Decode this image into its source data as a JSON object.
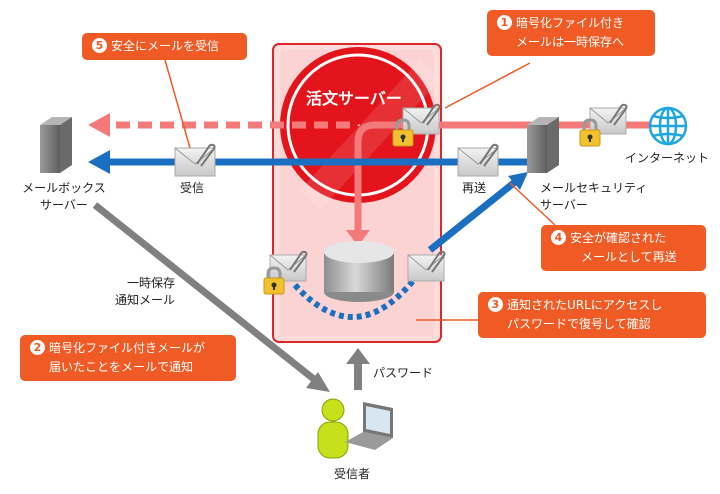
{
  "server_name": "活文サーバー",
  "callouts": [
    {
      "num": "1",
      "line1": "暗号化ファイル付き",
      "line2": "メールは一時保存へ"
    },
    {
      "num": "2",
      "line1": "暗号化ファイル付きメールが",
      "line2": "届いたことをメールで通知"
    },
    {
      "num": "3",
      "line1": "通知されたURLにアクセスし",
      "line2": "パスワードで復号して確認"
    },
    {
      "num": "4",
      "line1": "安全が確認された",
      "line2": "メールとして再送"
    },
    {
      "num": "5",
      "line1": "安全にメールを受信",
      "line2": ""
    }
  ],
  "labels": {
    "mailbox_server_1": "メールボックス",
    "mailbox_server_2": "サーバー",
    "receive": "受信",
    "resend": "再送",
    "security_server_1": "メールセキュリティ",
    "security_server_2": "サーバー",
    "internet": "インターネット",
    "notify_1": "一時保存",
    "notify_2": "通知メール",
    "password": "パスワード",
    "recipient": "受信者"
  },
  "colors": {
    "callout": "#f05a24",
    "blue_flow": "#1a6fc0",
    "red_flow": "#f47a7a",
    "server_box_border": "#e0262a",
    "server_box_fill": "#fddcdc",
    "logo_red": "#e3141b",
    "gray_flow": "#808080",
    "person": "#c6e01c"
  }
}
